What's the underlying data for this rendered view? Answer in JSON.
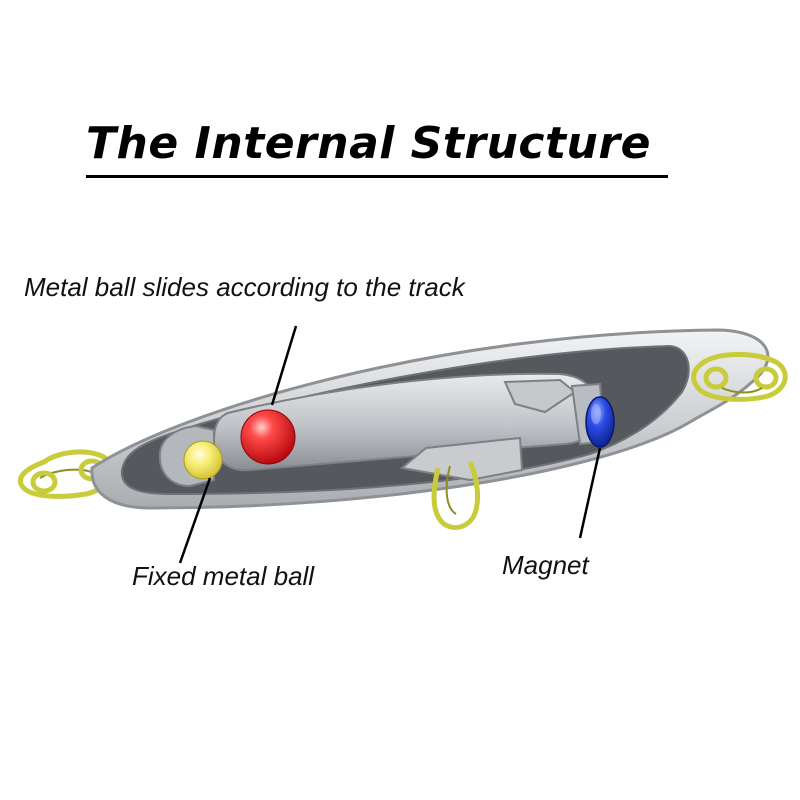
{
  "title": "The Internal Structure",
  "labels": {
    "sliding_ball": "Metal ball slides according to the track",
    "fixed_ball": "Fixed metal ball",
    "magnet": "Magnet"
  },
  "colors": {
    "shell": "#cfd1d4",
    "shell_edge": "#8e9196",
    "cavity": "#55585d",
    "sliding_ball": "#e8262b",
    "fixed_ball": "#f6ea6a",
    "magnet": "#1f3fd6",
    "ring": "#c9cc3a"
  }
}
